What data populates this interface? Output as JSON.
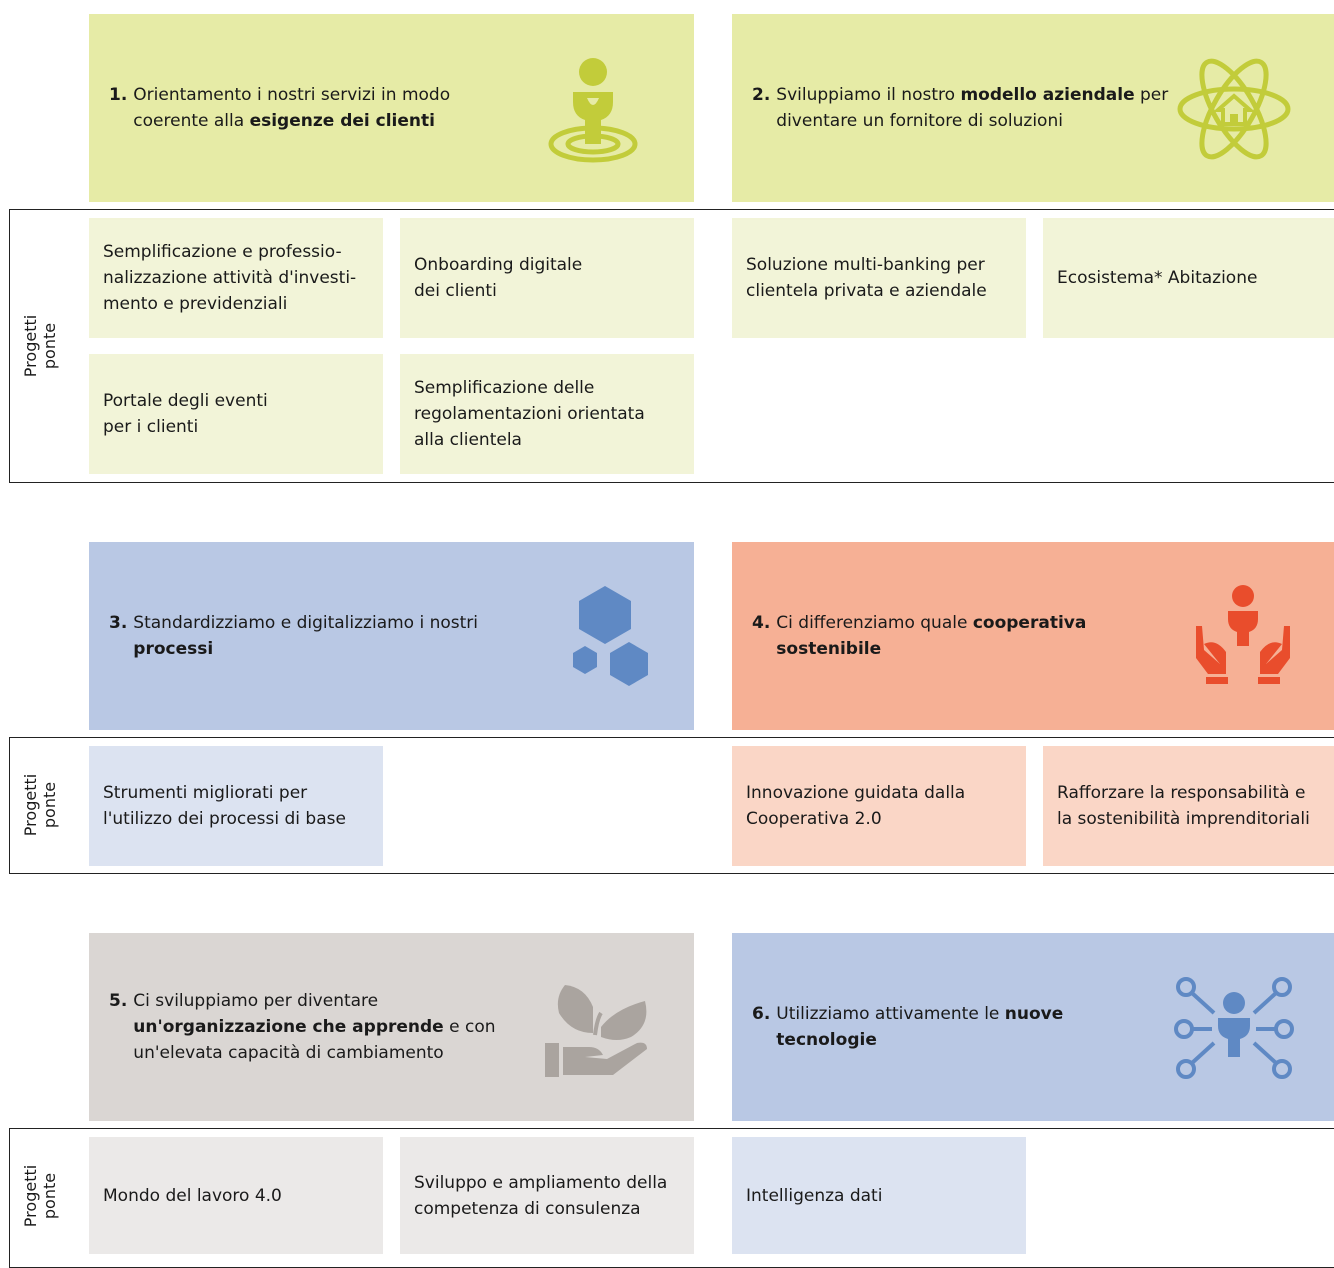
{
  "bridge_label": [
    "Progetti",
    "ponte"
  ],
  "colors": {
    "green": "#e6eba6",
    "green_light": "#f2f4d8",
    "green_icon": "#c2cc3a",
    "blue": "#b9c8e4",
    "blue_light": "#dce3f1",
    "blue_icon": "#5f89c4",
    "orange": "#f6b095",
    "orange_light": "#fad6c6",
    "orange_icon": "#e94d2c",
    "grey": "#dad6d3",
    "grey_light": "#ebe9e8",
    "grey_icon": "#aaa49f"
  },
  "goals": [
    {
      "num": "1.",
      "pre": "Orientamento i nostri servizi in modo coerente alla ",
      "bold": "esigenze dei clienti",
      "post": "",
      "icon": "customer-target-icon"
    },
    {
      "num": "2.",
      "pre": "Sviluppiamo il nostro ",
      "bold": "modello aziendale",
      "post": " per diventare un fornitore di soluzioni",
      "icon": "ecosystem-house-icon"
    },
    {
      "num": "3.",
      "pre": "Standardizziamo e digitalizziamo i nostri ",
      "bold": "processi",
      "post": "",
      "icon": "hexagons-icon"
    },
    {
      "num": "4.",
      "pre": "Ci differenziamo quale ",
      "bold": "cooperativa sostenibile",
      "post": "",
      "icon": "caring-hands-icon"
    },
    {
      "num": "5.",
      "pre": "Ci sviluppiamo per diventare ",
      "bold": "un'organizzazione che apprende",
      "post": " e con un'elevata capacità di cambiamento",
      "icon": "plant-hand-icon"
    },
    {
      "num": "6.",
      "pre": "Utilizziamo attivamente le ",
      "bold": "nuove tecnologie",
      "post": "",
      "icon": "network-person-icon"
    }
  ],
  "projects": {
    "p1": "Semplificazione e professio-\nnalizzazione attività d'investi-\nmento e previdenziali",
    "p2": "Onboarding digitale\ndei clienti",
    "p3": "Soluzione multi-banking per\nclientela privata e aziendale",
    "p4": "Ecosistema* Abitazione",
    "p5": "Portale degli eventi\nper i clienti",
    "p6": "Semplificazione delle\nregolamentazioni orientata\nalla clientela",
    "p7": "Strumenti migliorati per\nl'utilizzo dei processi di base",
    "p8": "Innovazione guidata dalla\nCooperativa 2.0",
    "p9": "Rafforzare la responsabilità e\nla sostenibilità imprenditoriali",
    "p10": "Mondo del lavoro 4.0",
    "p11": "Sviluppo e ampliamento della\ncompetenza di consulenza",
    "p12": "Intelligenza dati"
  }
}
